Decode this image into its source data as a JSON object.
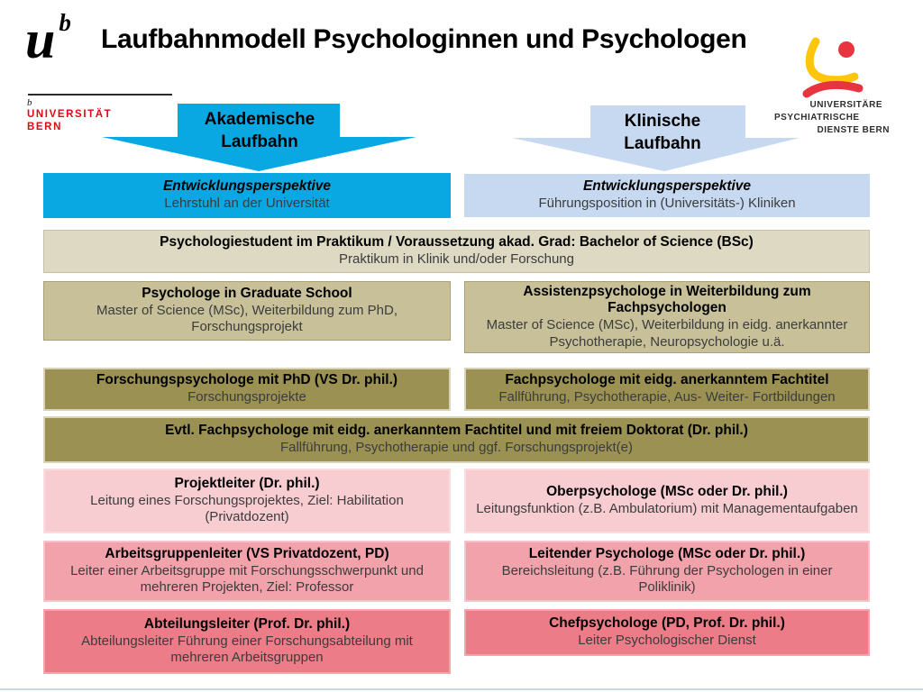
{
  "header": {
    "title": "Laufbahnmodell Psychologinnen und Psychologen",
    "unibe_logo": {
      "glyph": "u",
      "superscript": "b",
      "small_b": "b",
      "name_line1": "UNIVERSITÄT",
      "name_line2": "BERN"
    },
    "upd_logo": {
      "name_line1": "UNIVERSITÄRE",
      "name_line2": "PSYCHIATRISCHE",
      "name_line3": "DIENSTE BERN"
    }
  },
  "arrows": {
    "academic": {
      "line1": "Akademische",
      "line2": "Laufbahn"
    },
    "clinical": {
      "line1": "Klinische",
      "line2": "Laufbahn"
    }
  },
  "boxes": {
    "dev_academic": {
      "title": "Entwicklungsperspektive",
      "body": "Lehrstuhl an der Universität"
    },
    "dev_clinical": {
      "title": "Entwicklungsperspektive",
      "body": "Führungsposition in (Universitäts-) Kliniken"
    },
    "student": {
      "title": "Psychologiestudent im Praktikum / Voraussetzung akad. Grad: Bachelor of Science (BSc)",
      "body": "Praktikum in Klinik und/oder Forschung"
    },
    "grad_school": {
      "title": "Psychologe in Graduate School",
      "body": "Master of Science (MSc), Weiterbildung zum PhD, Forschungsprojekt"
    },
    "assistenzpsychologe": {
      "title": "Assistenzpsychologe in Weiterbildung zum Fachpsychologen",
      "body": "Master of Science (MSc), Weiterbildung in eidg. anerkannter Psychotherapie, Neuropsychologie u.ä."
    },
    "forschungspsychologe": {
      "title": "Forschungspsychologe mit PhD (VS Dr. phil.)",
      "body": "Forschungsprojekte"
    },
    "fachpsychologe": {
      "title": "Fachpsychologe mit eidg. anerkanntem Fachtitel",
      "body": "Fallführung, Psychotherapie, Aus- Weiter- Fortbildungen"
    },
    "evtl_fachpsychologe": {
      "title": "Evtl. Fachpsychologe mit eidg. anerkanntem Fachtitel und mit freiem Doktorat (Dr. phil.)",
      "body": "Fallführung, Psychotherapie und ggf. Forschungsprojekt(e)"
    },
    "projektleiter": {
      "title": "Projektleiter (Dr. phil.)",
      "body": "Leitung eines Forschungsprojektes, Ziel: Habilitation (Privatdozent)"
    },
    "oberpsychologe": {
      "title": "Oberpsychologe (MSc oder Dr. phil.)",
      "body": "Leitungsfunktion (z.B. Ambulatorium) mit Managementaufgaben"
    },
    "arbeitsgruppenleiter": {
      "title": "Arbeitsgruppenleiter (VS Privatdozent, PD)",
      "body": "Leiter einer Arbeitsgruppe mit Forschungsschwerpunkt und mehreren Projekten, Ziel: Professor"
    },
    "leitender_psychologe": {
      "title": "Leitender Psychologe (MSc oder Dr. phil.)",
      "body": "Bereichsleitung (z.B. Führung der Psychologen in einer Poliklinik)"
    },
    "abteilungsleiter": {
      "title": "Abteilungsleiter (Prof. Dr. phil.)",
      "body": "Abteilungsleiter Führung einer Forschungsabteilung mit mehreren Arbeitsgruppen"
    },
    "chefpsychologe": {
      "title": "Chefpsychologe (PD, Prof. Dr. phil.)",
      "body": "Leiter Psychologischer Dienst"
    }
  },
  "colors": {
    "bright_blue": "#09A8E2",
    "light_blue": "#C6D9F0",
    "beige": "#DDD9C3",
    "tan": "#C7C099",
    "olive": "#9A9152",
    "pink_light": "#F8CDD2",
    "pink_medium": "#F2A2AB",
    "pink_dark": "#EC7C87",
    "unibe_red": "#E30613",
    "upd_yellow": "#FDC608",
    "upd_red": "#E8343F"
  }
}
